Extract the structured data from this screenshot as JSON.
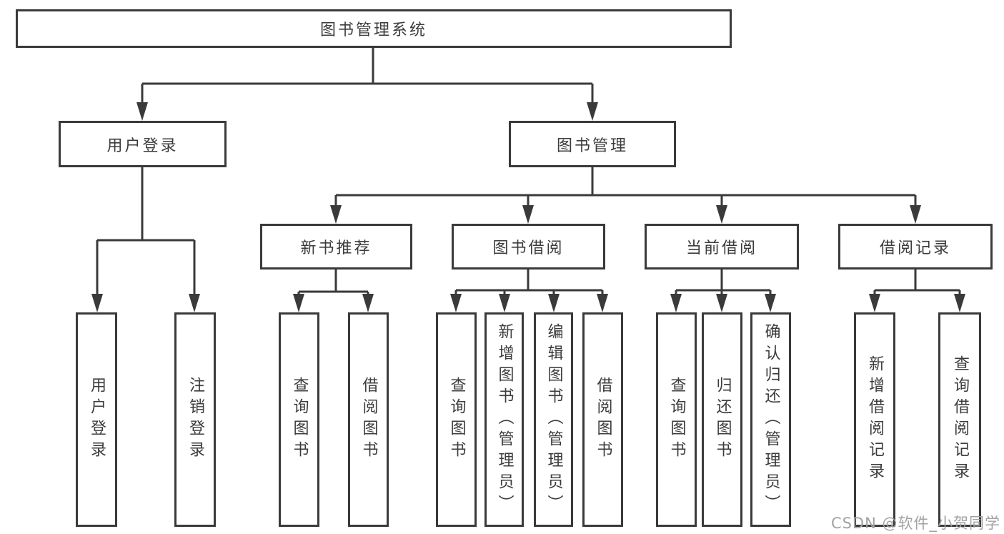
{
  "tree": {
    "root": "图书管理系统",
    "branches": {
      "user_login": "用户登录",
      "book_mgmt": "图书管理"
    },
    "modules": {
      "new_books": "新书推荐",
      "book_borrow": "图书借阅",
      "current_borrow": "当前借阅",
      "borrow_records": "借阅记录"
    },
    "leaves": {
      "user_login": "用户登录",
      "logout": "注销登录",
      "nb_query": "查询图书",
      "nb_borrow": "借阅图书",
      "bb_query": "查询图书",
      "bb_add": "新增图书（管理员）",
      "bb_edit": "编辑图书（管理员）",
      "bb_borrow": "借阅图书",
      "cb_query": "查询图书",
      "cb_return": "归还图书",
      "cb_confirm": "确认归还（管理员）",
      "br_add": "新增借阅记录",
      "br_query": "查询借阅记录"
    }
  },
  "watermark": "CSDN @软件_小贺同学",
  "colors": {
    "line": "#3a3a3a",
    "text": "#3c3c3c",
    "watermark": "#a2a2a2",
    "background": "#ffffff"
  }
}
